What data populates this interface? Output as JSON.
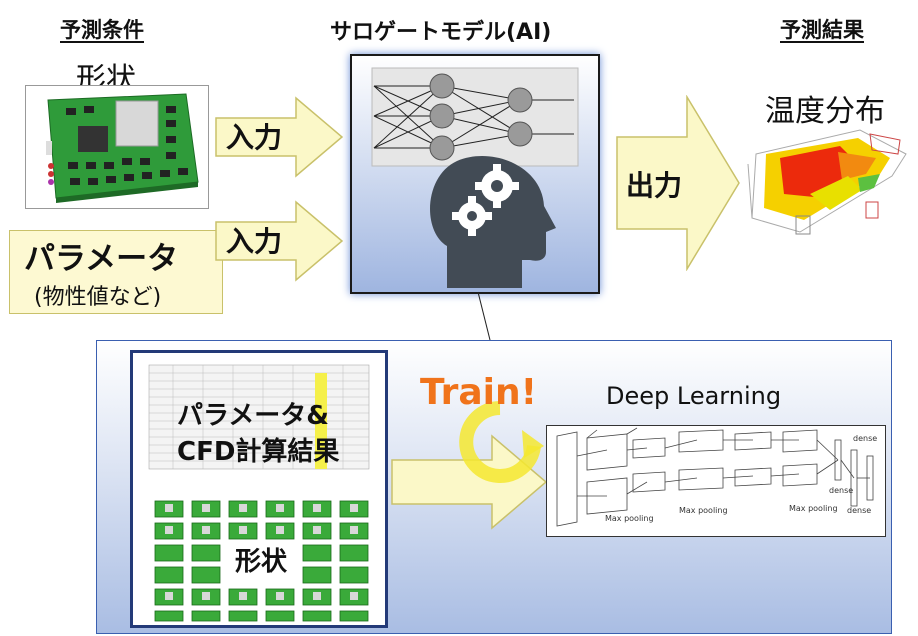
{
  "headers": {
    "conditions": "予測条件",
    "model": "サロゲートモデル(AI)",
    "result": "予測結果"
  },
  "inputs": {
    "shape_label": "形状",
    "param_label": "パラメータ",
    "param_sub": "(物性値など)"
  },
  "arrows": {
    "input_1": "入力",
    "input_2": "入力",
    "output": "出力"
  },
  "output": {
    "label": "温度分布"
  },
  "training": {
    "dataset_title_1": "パラメータ&",
    "dataset_title_2": "CFD計算結果",
    "shapes_label": "形状",
    "train_label": "Train!",
    "dl_label": "Deep Learning",
    "net_labels": [
      "dense",
      "dense",
      "dense",
      "Max pooling",
      "Max pooling",
      "Max pooling"
    ]
  },
  "colors": {
    "arrow_fill": "#fbf8c8",
    "arrow_stroke": "#c9c16a",
    "panel_top": "#ffffff",
    "panel_bottom": "#a9bde3",
    "panel_border": "#3a5fb0",
    "train_orange": "#f0731b",
    "highlight_yellow": "#f5f04a"
  }
}
